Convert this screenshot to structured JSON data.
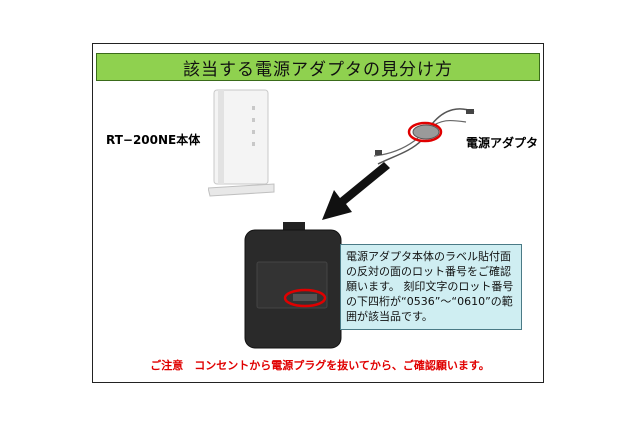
{
  "title": "該当する電源アダプタの見分け方",
  "router_label": "RT−200NE本体",
  "adapter_label": "電源アダプタ",
  "callout_text": "電源アダプタ本体のラベル貼付面の反対の面のロット番号をご確認願います。 刻印文字のロット番号の下四桁が“0536”〜“0610”の範囲が該当品です。",
  "warning": "ご注意　コンセントから電源プラグを抜いてから、ご確認願います。",
  "colors": {
    "title_bg": "#8fd14f",
    "callout_bg": "#cfeef2",
    "highlight": "#e00000",
    "arrow": "#111111"
  },
  "icons": {
    "router": "router-device-image",
    "adapter": "ac-adapter-image",
    "arrow": "down-left-arrow"
  }
}
